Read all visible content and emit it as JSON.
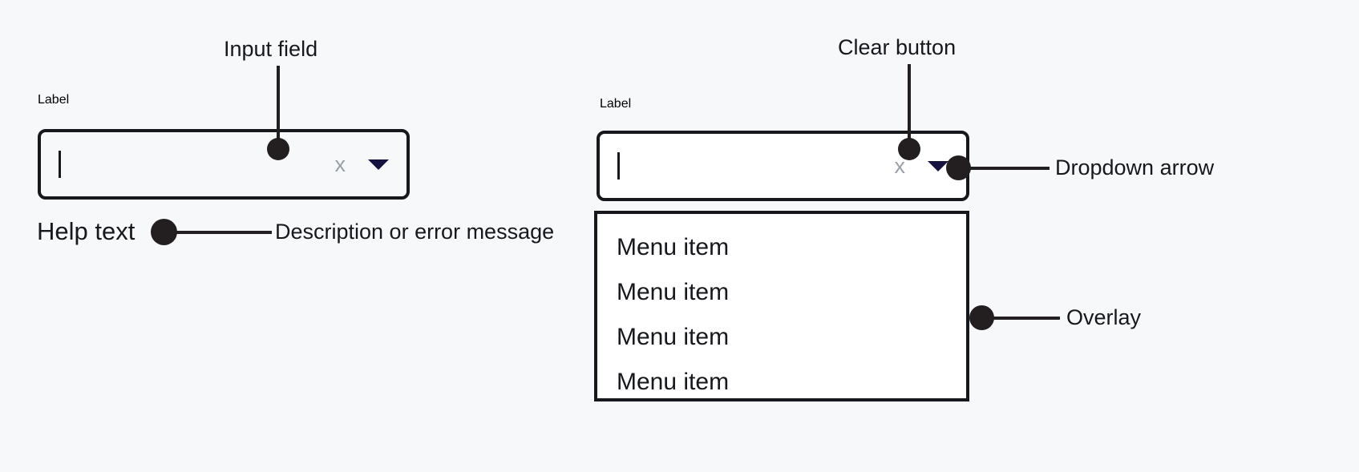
{
  "page": {
    "background_color": "#f7f8fa",
    "ink_color": "#16181d",
    "annotation_color": "#231f20",
    "accent_color": "#16123f",
    "muted_color": "#9aa0a8",
    "surface_color": "#ffffff"
  },
  "left_component": {
    "label": "Label",
    "input": {
      "value": "",
      "caret_visible": true,
      "clear_icon": "x",
      "dropdown_icon": "caret-down-icon"
    },
    "help_text": "Help text"
  },
  "right_component": {
    "label": "Label",
    "input": {
      "value": "",
      "caret_visible": true,
      "clear_icon": "x",
      "dropdown_icon": "caret-down-icon"
    },
    "menu": {
      "items": [
        {
          "label": "Menu item"
        },
        {
          "label": "Menu item"
        },
        {
          "label": "Menu item"
        },
        {
          "label": "Menu item"
        }
      ]
    }
  },
  "annotations": [
    {
      "id": "input-field",
      "text": "Input field"
    },
    {
      "id": "help-text",
      "text": "Description or error message"
    },
    {
      "id": "clear-button",
      "text": "Clear button"
    },
    {
      "id": "dropdown-arrow",
      "text": "Dropdown arrow"
    },
    {
      "id": "overlay",
      "text": "Overlay"
    }
  ]
}
